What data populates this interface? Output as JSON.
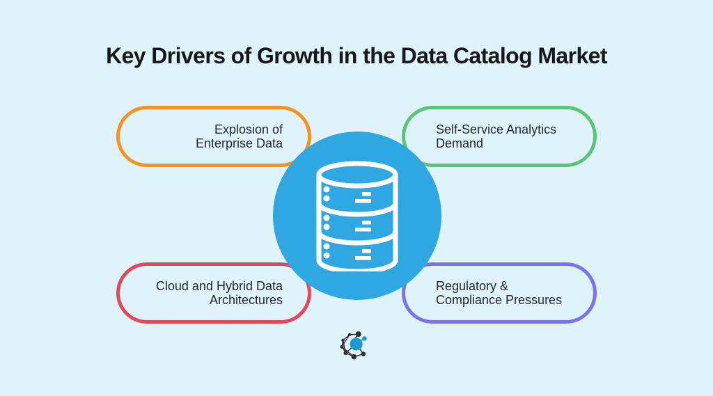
{
  "page": {
    "title": "Key Drivers of Growth in the Data Catalog Market",
    "background_color": "#DFF3FB",
    "title_color": "#15181B",
    "label_color": "#23282D"
  },
  "drivers": [
    {
      "id": "explosion-of-enterprise-data",
      "label": "Explosion of\nEnterprise Data",
      "border_color": "#F6921E",
      "position": "top-left"
    },
    {
      "id": "self-service-analytics-demand",
      "label": "Self-Service Analytics\nDemand",
      "border_color": "#5BC475",
      "position": "top-right"
    },
    {
      "id": "cloud-and-hybrid-data-architectures",
      "label": "Cloud and Hybrid Data\nArchitectures",
      "border_color": "#E8455C",
      "position": "bottom-left"
    },
    {
      "id": "regulatory-compliance-pressures",
      "label": "Regulatory &\nCompliance Pressures",
      "border_color": "#7B72F0",
      "position": "bottom-right"
    }
  ],
  "center": {
    "icon": "database-icon",
    "circle_color": "#2FA8E1",
    "icon_color": "#FFFFFF"
  },
  "branding": {
    "logo": "network-graph-logo",
    "node_color": "#2D3136",
    "accent_color": "#1F9ACF"
  }
}
